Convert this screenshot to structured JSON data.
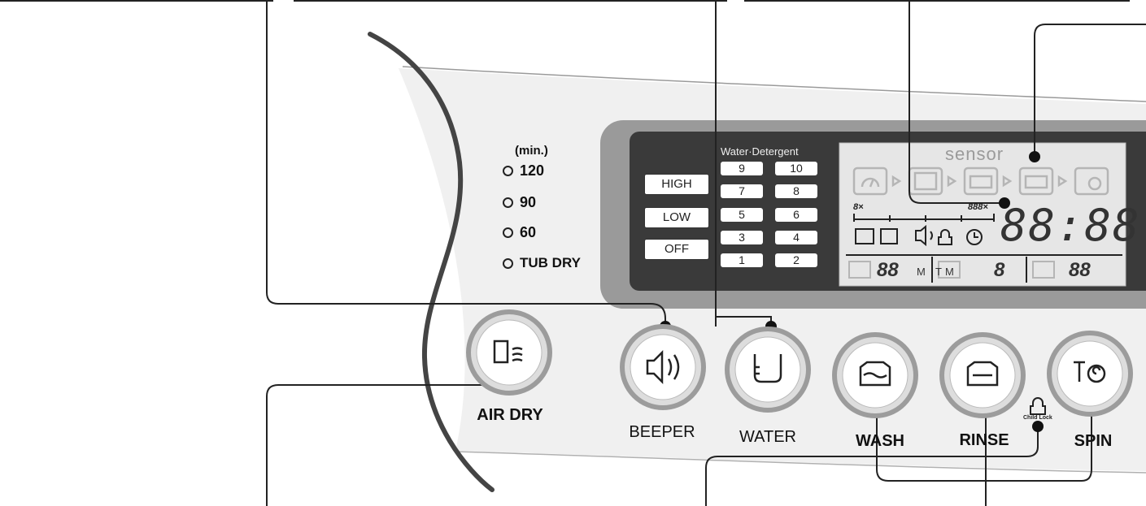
{
  "dry_timer": {
    "unit_label": "(min.)",
    "options": [
      "120",
      "90",
      "60",
      "TUB DRY"
    ]
  },
  "water_level": {
    "title": "Water·Detergent",
    "temp_options": [
      "HIGH",
      "LOW",
      "OFF"
    ],
    "numbers": [
      "9",
      "10",
      "7",
      "8",
      "5",
      "6",
      "3",
      "4",
      "1",
      "2"
    ]
  },
  "display": {
    "sensor_label": "sensor",
    "progress_left": "8×",
    "progress_right": "888×",
    "time_readout": "88:88",
    "wash_time": "88",
    "rinse_count": "8",
    "spin_time": "88",
    "unit_m": "M",
    "unit_t": "T",
    "unit_m2": "M"
  },
  "buttons": {
    "air_dry": "AIR DRY",
    "beeper": "BEEPER",
    "water": "WATER",
    "wash": "WASH",
    "rinse": "RINSE",
    "spin": "SPIN"
  },
  "child_lock_label": "Child Lock",
  "colors": {
    "panel_dark": "#3a3a3a",
    "panel_gray": "#9a9a9a",
    "lcd_bg": "#e6e6e6",
    "button_ring": "#9c9c9c"
  }
}
